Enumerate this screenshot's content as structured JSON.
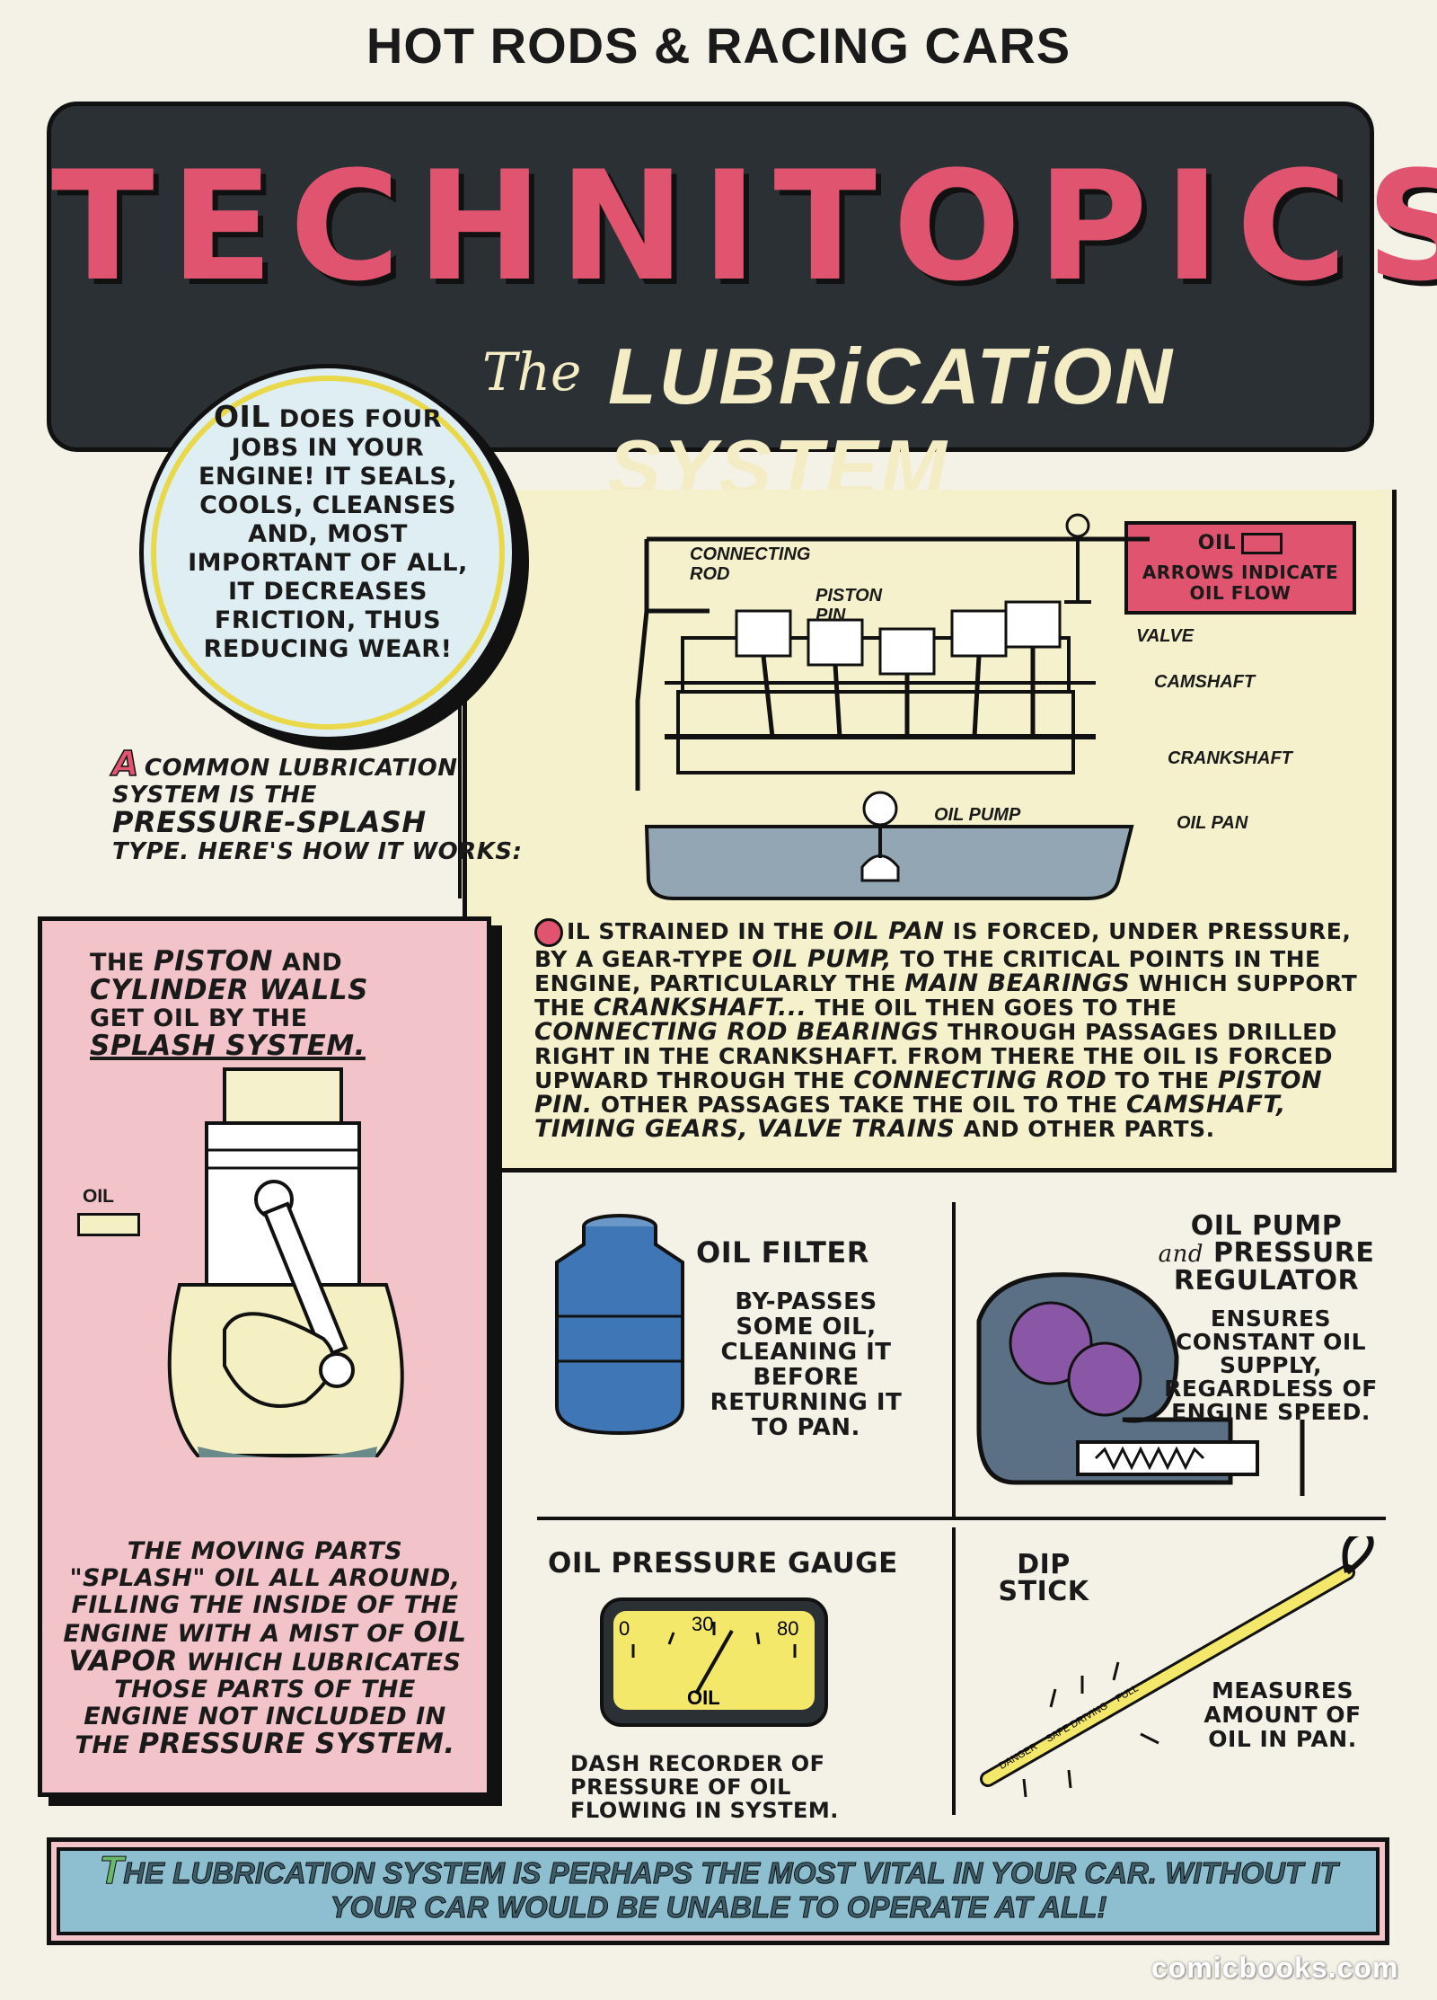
{
  "header": {
    "title": "HOT RODS & RACING CARS"
  },
  "banner": {
    "title": "TECHNITOPICS",
    "subtitle_article": "The",
    "subtitle_main": "LUBRiCATiON SYSTEM"
  },
  "intro_circle": {
    "lead": "OIL",
    "text": "DOES FOUR JOBS IN YOUR ENGINE! IT SEALS, COOLS, CLEANSES AND, MOST IMPORTANT OF ALL, IT DECREASES FRICTION, THUS REDUCING WEAR!"
  },
  "common": {
    "dropcap": "A",
    "line1": "COMMON LUBRICATION SYSTEM IS THE",
    "highlight": "PRESSURE-SPLASH",
    "line2": "TYPE. HERE'S HOW IT WORKS:"
  },
  "diagram": {
    "legend_oil": "OIL",
    "legend_arrows": "ARROWS INDICATE OIL FLOW",
    "labels": {
      "connecting_rod": "CONNECTING ROD",
      "piston_pin": "PISTON PIN",
      "valve": "VALVE",
      "camshaft": "CAMSHAFT",
      "crankshaft": "CRANKSHAFT",
      "oil_pump": "OIL PUMP",
      "oil_pan": "OIL PAN"
    }
  },
  "explain": {
    "p1": "IL STRAINED IN THE",
    "h1": "OIL PAN",
    "p2": "IS FORCED, UNDER PRESSURE, BY A GEAR-TYPE",
    "h2": "OIL PUMP,",
    "p3": "TO THE CRITICAL POINTS IN THE ENGINE, PARTICULARLY THE",
    "h3": "MAIN BEARINGS",
    "p4": "WHICH SUPPORT THE",
    "h4": "CRANKSHAFT...",
    "p5": "THE OIL THEN GOES TO THE",
    "h5": "CONNECTING ROD BEARINGS",
    "p6": "THROUGH PASSAGES DRILLED RIGHT IN THE CRANKSHAFT. FROM THERE THE OIL IS FORCED UPWARD THROUGH THE",
    "h6": "CONNECTING ROD",
    "p7": "TO THE",
    "h7": "PISTON PIN.",
    "p8": "OTHER PASSAGES TAKE THE OIL TO THE",
    "h8": "CAMSHAFT, TIMING GEARS, VALVE TRAINS",
    "p9": "AND OTHER PARTS."
  },
  "splash": {
    "t1": "THE",
    "h1": "PISTON",
    "t2": "AND",
    "h2": "CYLINDER WALLS",
    "t3": "GET OIL BY THE",
    "h3": "SPLASH SYSTEM.",
    "oil_label": "OIL",
    "b1": "THE MOVING PARTS \"SPLASH\" OIL ALL AROUND, FILLING THE INSIDE OF THE ENGINE WITH A MIST OF",
    "bh1": "OIL VAPOR",
    "b2": "WHICH LUBRICATES THOSE PARTS OF THE ENGINE NOT INCLUDED IN THE",
    "bh2": "PRESSURE SYSTEM."
  },
  "filter": {
    "title": "OIL FILTER",
    "desc": "BY-PASSES SOME OIL, CLEANING IT BEFORE RETURNING IT TO PAN."
  },
  "pump": {
    "title1": "OIL PUMP",
    "and": "and",
    "title2": "PRESSURE REGULATOR",
    "desc": "ENSURES CONSTANT OIL SUPPLY, REGARDLESS OF ENGINE SPEED."
  },
  "gauge": {
    "title": "OIL PRESSURE GAUGE",
    "tick0": "0",
    "tick30": "30",
    "tick80": "80",
    "face_label": "OIL",
    "desc": "DASH RECORDER OF PRESSURE OF OIL FLOWING IN SYSTEM."
  },
  "dipstick": {
    "title": "DIP STICK",
    "mark_danger": "DANGER",
    "mark_safe": "SAFE DRIVING",
    "mark_full": "FULL",
    "desc": "MEASURES AMOUNT OF OIL IN PAN."
  },
  "footer": {
    "dropcap": "T",
    "text": "HE LUBRICATION SYSTEM IS PERHAPS THE MOST VITAL IN YOUR CAR. WITHOUT IT YOUR CAR WOULD BE UNABLE TO OPERATE AT ALL!"
  },
  "watermark": "comicbooks.com",
  "colors": {
    "pink": "#e05470",
    "cream": "#f5f1cc",
    "navy": "#2b3035",
    "sky": "#8dbfd0",
    "filter_blue": "#3f77b6",
    "gear_purple": "#8a56a6"
  }
}
